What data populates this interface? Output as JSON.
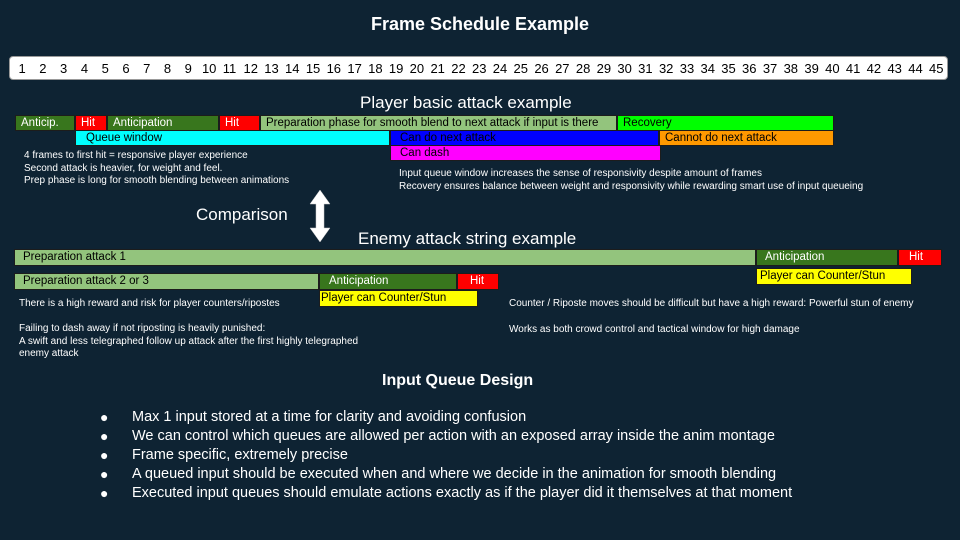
{
  "page": {
    "title": "Frame Schedule Example",
    "frames": [
      "1",
      "2",
      "3",
      "4",
      "5",
      "6",
      "7",
      "8",
      "9",
      "10",
      "11",
      "12",
      "13",
      "14",
      "15",
      "16",
      "17",
      "18",
      "19",
      "20",
      "21",
      "22",
      "23",
      "24",
      "25",
      "26",
      "27",
      "28",
      "29",
      "30",
      "31",
      "32",
      "33",
      "34",
      "35",
      "36",
      "37",
      "38",
      "39",
      "40",
      "41",
      "42",
      "43",
      "44",
      "45"
    ]
  },
  "player": {
    "heading": "Player basic attack example",
    "bars": {
      "anticip": "Anticip.",
      "hit1": "Hit",
      "anticipation": "Anticipation",
      "hit2": "Hit",
      "preparation": "Preparation phase for smooth blend to next attack if input is there",
      "recovery": "Recovery",
      "queue_window": "Queue window",
      "can_next": "Can do next attack",
      "cannot_next": "Cannot do next attack",
      "can_dash": "Can dash"
    },
    "notes_left": [
      "4 frames to first hit = responsive player experience",
      "Second attack is heavier, for weight and feel.",
      "Prep phase is long for smooth blending between animations"
    ],
    "notes_right": [
      "Input queue window increases the sense of responsivity despite amount of frames",
      "Recovery ensures balance between weight and responsivity while rewarding smart use of input queueing"
    ]
  },
  "comparison": {
    "label": "Comparison"
  },
  "enemy": {
    "heading": "Enemy attack string example",
    "bars": {
      "prep1": "Preparation attack 1",
      "anticipation1": "Anticipation",
      "hit1": "Hit",
      "counter1": "Player can Counter/Stun",
      "prep2": "Preparation attack 2 or 3",
      "anticipation2": "Anticipation",
      "hit2": "Hit",
      "counter2": "Player can Counter/Stun"
    },
    "note_reward": "There is a high reward and risk for player counters/ripostes",
    "note_dash": [
      "Failing to dash away if not riposting is heavily punished:",
      "A swift and less telegraphed follow up attack after the first highly telegraphed",
      "enemy attack"
    ],
    "note_riposte": "Counter / Riposte moves should be difficult but have a high reward: Powerful stun of enemy",
    "note_crowd": "Works as both crowd control and tactical window for high damage"
  },
  "queue": {
    "heading": "Input Queue Design",
    "bullets": [
      "Max 1 input stored at a time for clarity and avoiding confusion",
      "We can control which queues are allowed per action with an exposed array inside the anim montage",
      "Frame specific, extremely precise",
      "A queued input should be executed when and where we decide in the animation for smooth blending",
      "Executed input queues should emulate actions exactly as if the player did it themselves at that moment"
    ]
  },
  "colors": {
    "background": "#0e2333",
    "dark_green": "#38761d",
    "light_green": "#93c47d",
    "bright_green": "#00ff00",
    "red": "#ff0000",
    "cyan": "#00ffff",
    "blue": "#0000ff",
    "orange": "#ff9900",
    "magenta": "#ff00ff",
    "yellow": "#ffff00"
  }
}
